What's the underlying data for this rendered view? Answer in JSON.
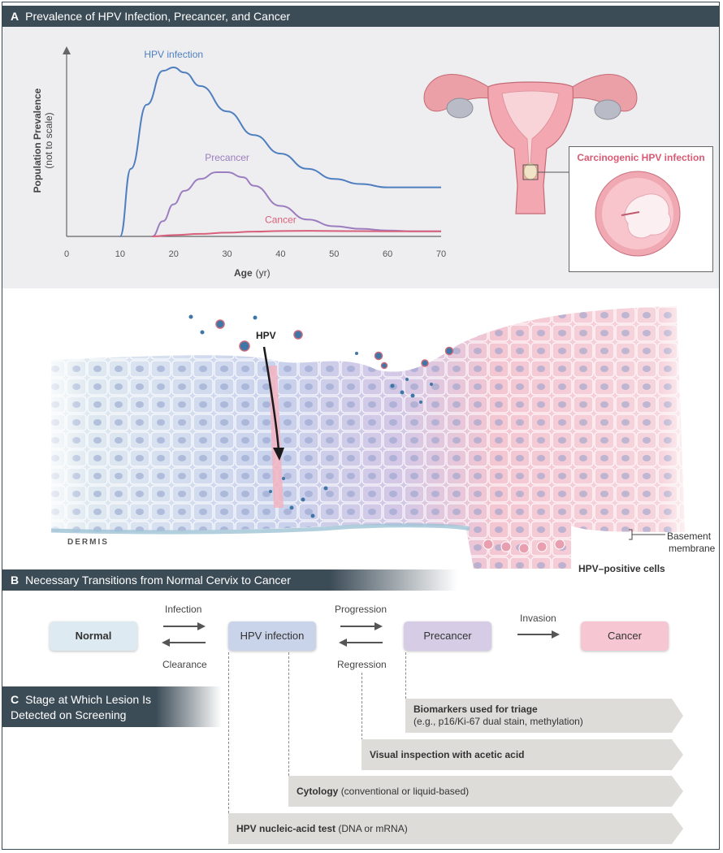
{
  "sectionA": {
    "letter": "A",
    "title": "Prevalence of HPV Infection, Precancer, and Cancer",
    "ylabel_main": "Population Prevalence",
    "ylabel_sub": "(not to scale)",
    "xlabel_main": "Age",
    "xlabel_unit": "(yr)",
    "inset_label": "Carcinogenic HPV infection"
  },
  "chart_data": {
    "type": "line",
    "xlabel": "Age (yr)",
    "ylabel": "Population Prevalence (not to scale)",
    "xlim": [
      0,
      70
    ],
    "xticks": [
      "0",
      "10",
      "20",
      "30",
      "40",
      "50",
      "60",
      "70"
    ],
    "series": [
      {
        "name": "HPV infection",
        "color": "#4f7fbf",
        "x": [
          10,
          12,
          15,
          18,
          20,
          22,
          25,
          30,
          35,
          40,
          45,
          50,
          55,
          60,
          65,
          70
        ],
        "y": [
          0,
          40,
          78,
          98,
          100,
          97,
          89,
          74,
          60,
          49,
          40,
          34,
          31,
          29,
          29,
          29
        ]
      },
      {
        "name": "Precancer",
        "color": "#9b7dc0",
        "x": [
          16,
          18,
          20,
          22,
          25,
          28,
          30,
          33,
          35,
          40,
          45,
          50,
          55,
          60,
          65,
          70
        ],
        "y": [
          0,
          9,
          19,
          27,
          34,
          38,
          38,
          35,
          30,
          18,
          10,
          6,
          4.5,
          3.5,
          3,
          3
        ]
      },
      {
        "name": "Cancer",
        "color": "#d9607a",
        "x": [
          16,
          20,
          25,
          30,
          35,
          40,
          45,
          50,
          55,
          60,
          65,
          70
        ],
        "y": [
          0,
          0.8,
          1.5,
          2.2,
          2.8,
          3.2,
          3.3,
          3.2,
          3.1,
          3,
          3,
          3
        ]
      }
    ]
  },
  "illustration": {
    "virus_label": "HPV",
    "dermis_label": "DERMIS",
    "basement_label_1": "Basement",
    "basement_label_2": "membrane",
    "positive_cells_label": "HPV–positive cells"
  },
  "sectionB": {
    "letter": "B",
    "title": "Necessary Transitions from Normal Cervix to Cancer",
    "stages": {
      "normal": "Normal",
      "hpv": "HPV infection",
      "precancer": "Precancer",
      "cancer": "Cancer"
    },
    "transitions": {
      "infection": "Infection",
      "clearance": "Clearance",
      "progression": "Progression",
      "regression": "Regression",
      "invasion": "Invasion"
    },
    "colors": {
      "normal": "#ddeaf1",
      "hpv": "#c9d3ea",
      "precancer": "#d6cce6",
      "cancer": "#f6c6d2"
    }
  },
  "sectionC": {
    "letter": "C",
    "title": "Stage at Which Lesion Is Detected on Screening",
    "tests": {
      "biomarkers_bold": "Biomarkers used for triage",
      "biomarkers_sub": "(e.g., p16/Ki-67 dual stain, methylation)",
      "via_bold": "Visual inspection with acetic acid",
      "cytology_bold": "Cytology",
      "cytology_rest": "(conventional or liquid-based)",
      "hpv_bold": "HPV nucleic-acid test",
      "hpv_rest": "(DNA or mRNA)"
    }
  }
}
